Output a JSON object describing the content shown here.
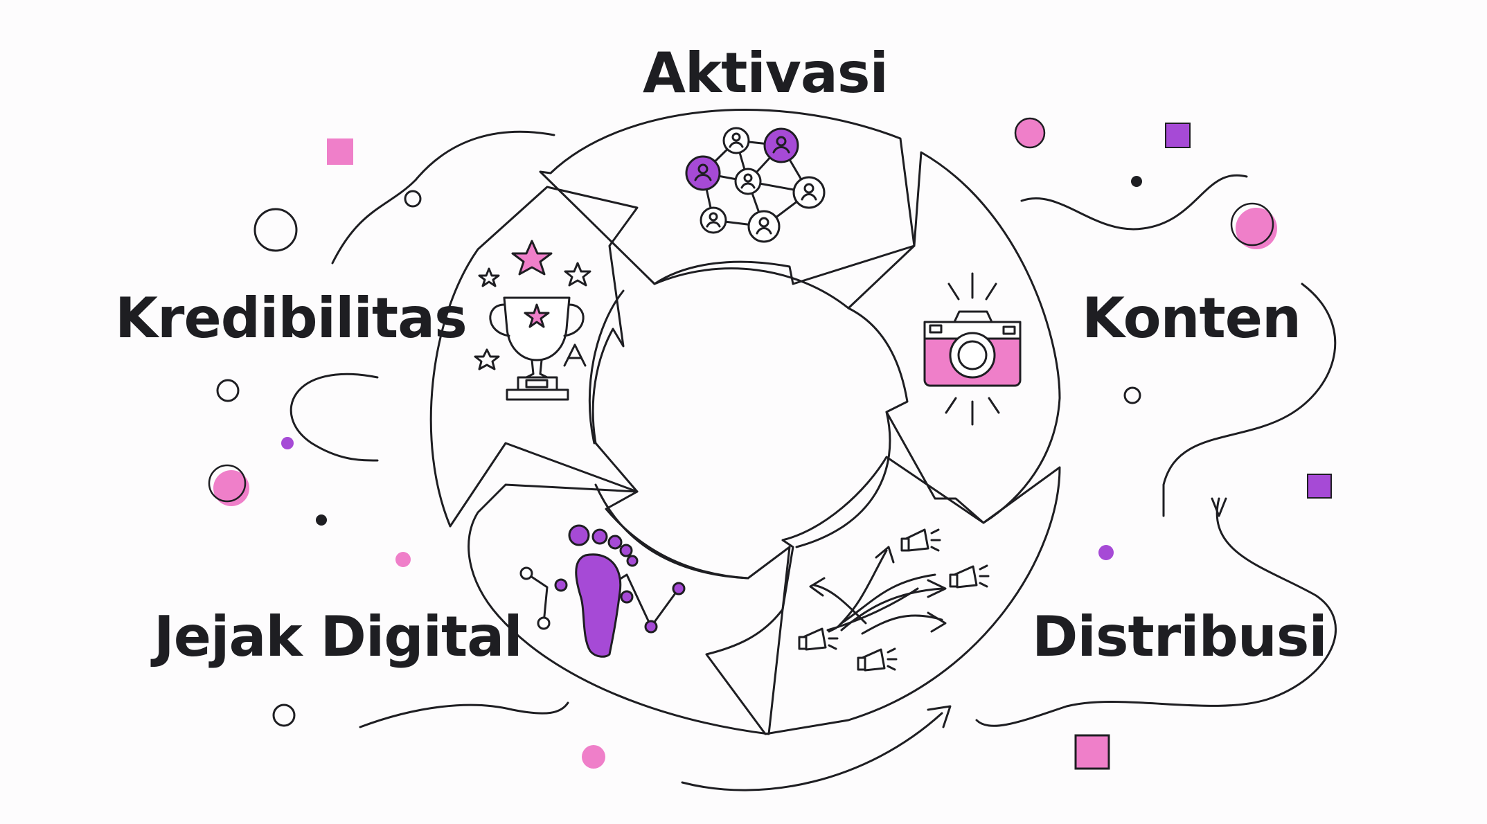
{
  "stages": {
    "aktivasi": "Aktivasi",
    "konten": "Konten",
    "distribusi": "Distribusi",
    "jejak_digital": "Jejak Digital",
    "kredibilitas": "Kredibilitas"
  },
  "colors": {
    "pink": "#ef7fc9",
    "purple": "#a64ad6",
    "ink": "#1e1e22"
  },
  "icons": [
    "network-icon",
    "camera-icon",
    "megaphone-arrows-icon",
    "footprint-icon",
    "trophy-icon"
  ]
}
